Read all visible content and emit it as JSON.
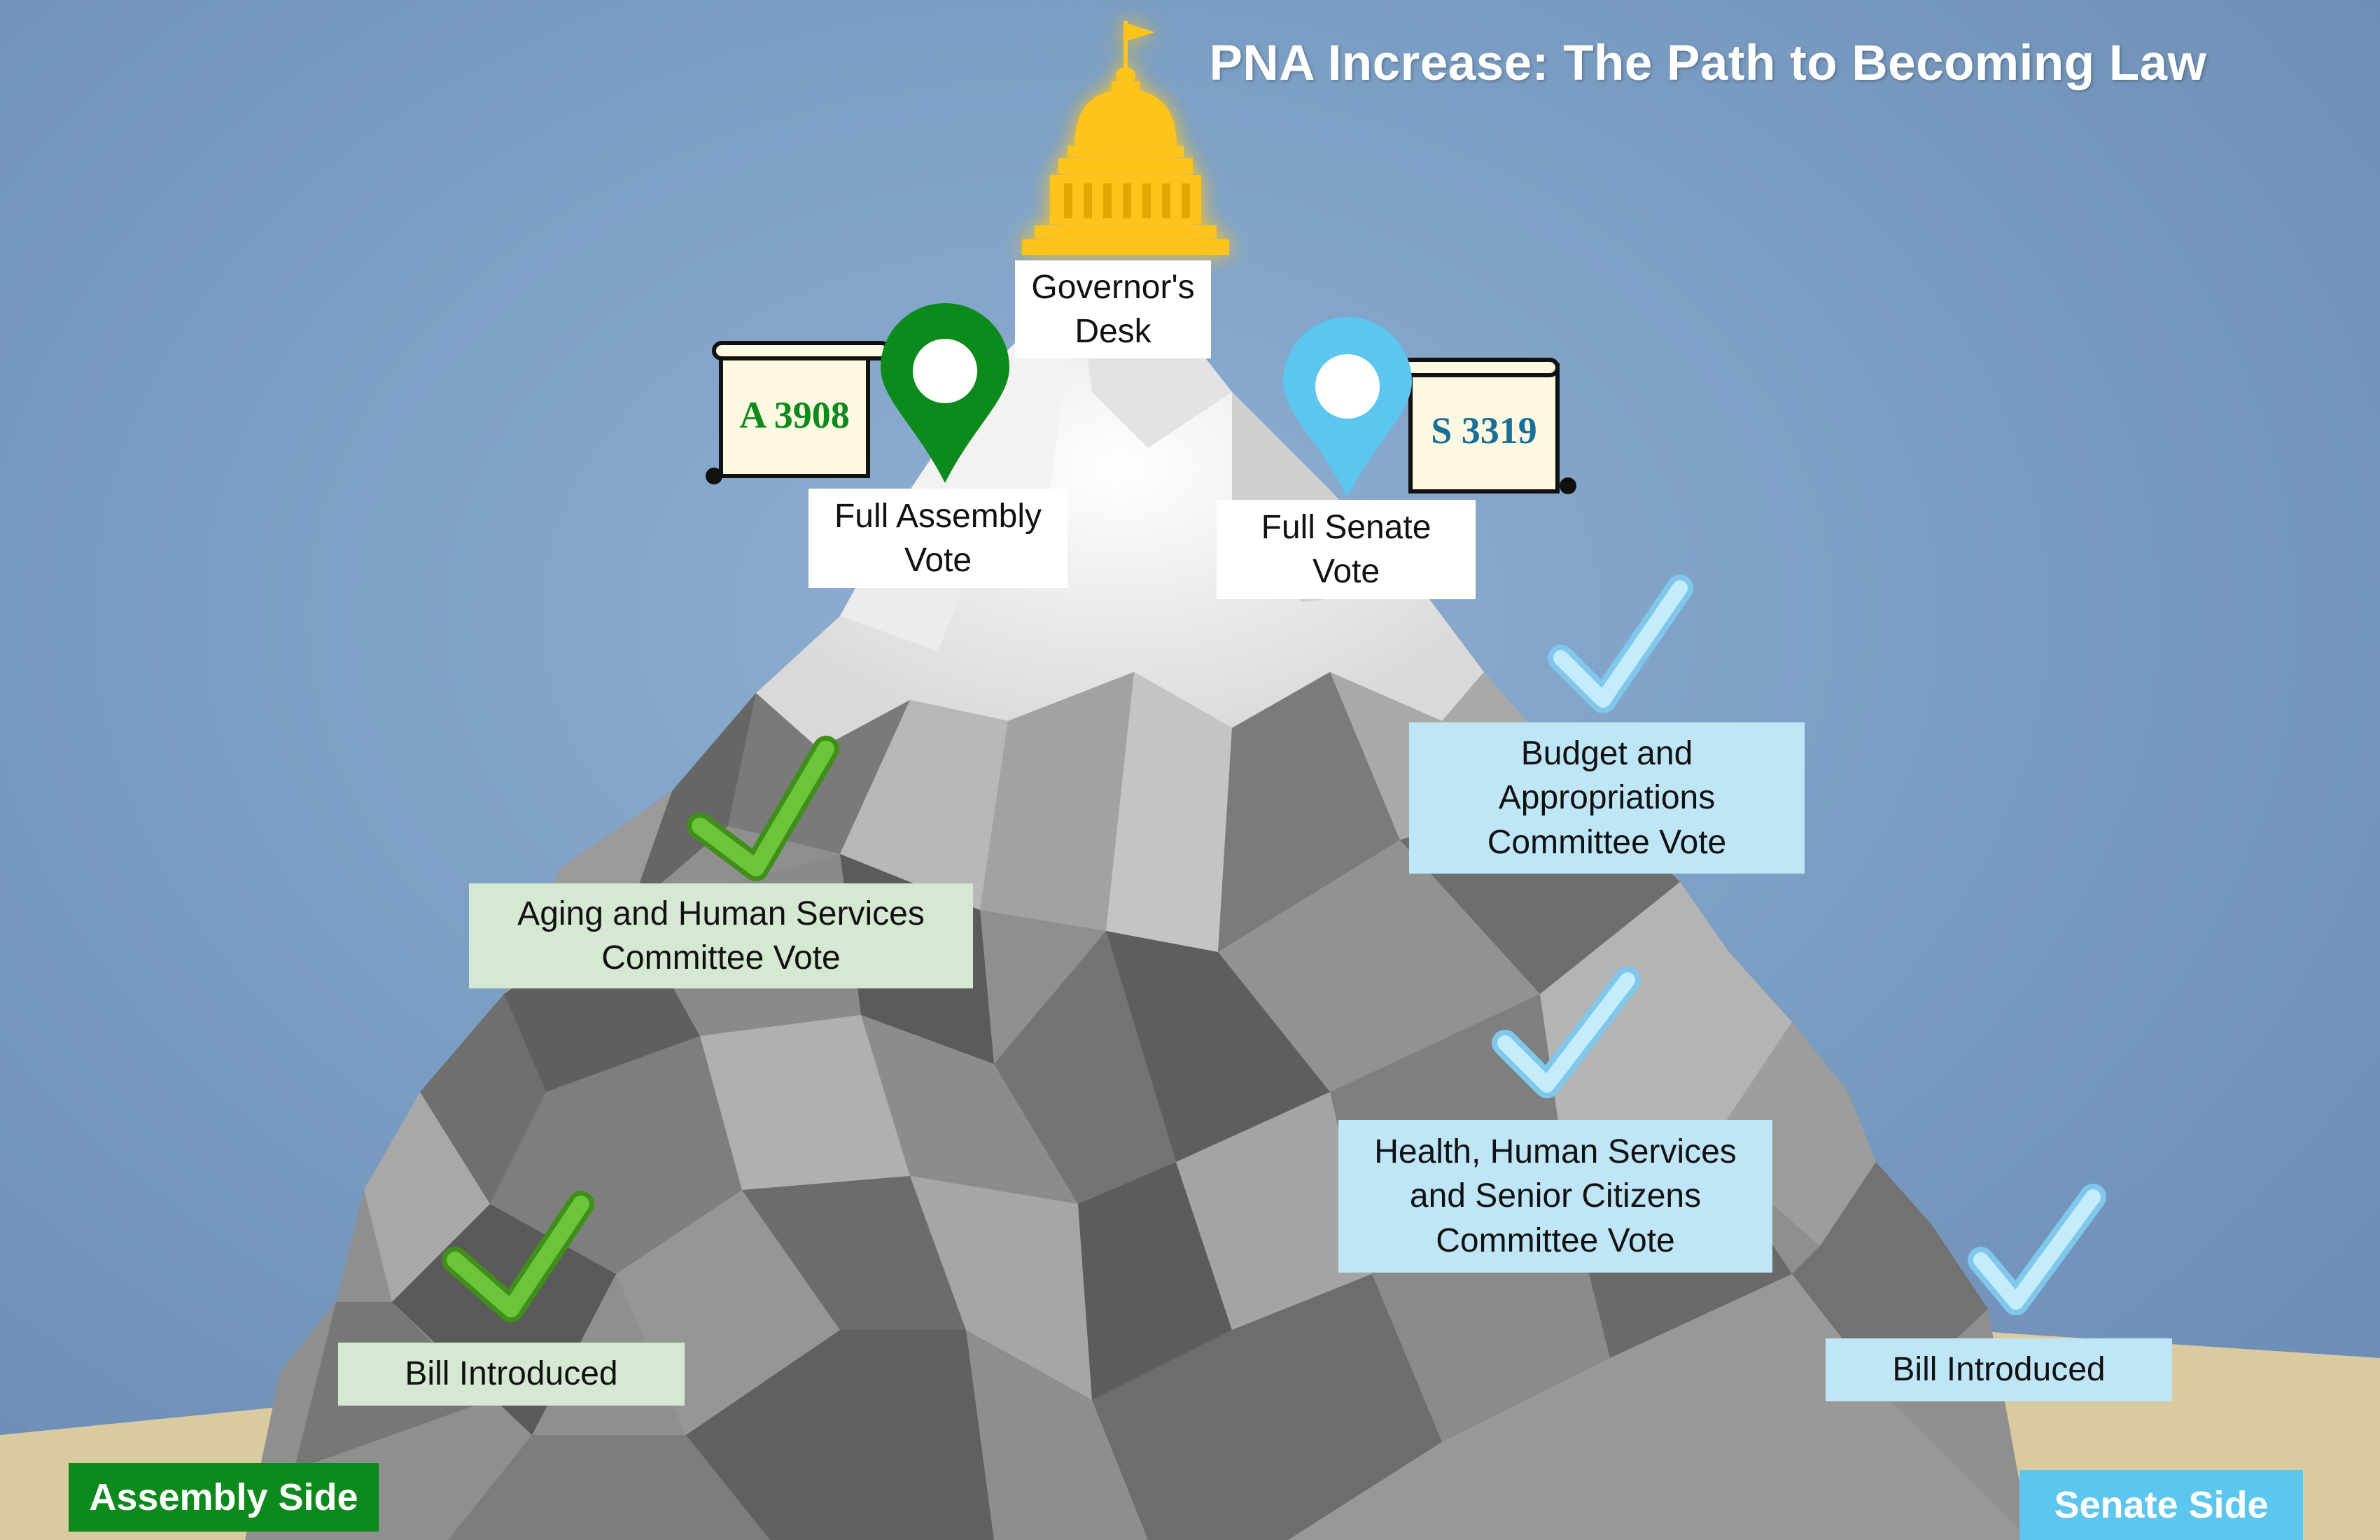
{
  "title": "PNA Increase: The Path to Becoming Law",
  "colors": {
    "assembly_green": "#0d8a1c",
    "check_green": "#5aaa25",
    "senate_blue": "#5cc6ef",
    "check_blue": "#a6ddf7",
    "gold": "#ffc41a"
  },
  "top": {
    "governor_desk": "Governor's\nDesk",
    "full_assembly_vote": "Full Assembly\nVote",
    "full_senate_vote": "Full Senate\nVote"
  },
  "bills": {
    "assembly": "A 3908",
    "senate": "S 3319"
  },
  "assembly": {
    "bill_introduced": "Bill Introduced",
    "committee_vote": "Aging and Human Services\nCommittee Vote"
  },
  "senate": {
    "bill_introduced": "Bill Introduced",
    "health_committee_vote": "Health, Human Services\nand Senior Citizens\nCommittee Vote",
    "budget_committee_vote": "Budget and\nAppropriations\nCommittee Vote"
  },
  "legend": {
    "assembly_side": "Assembly Side",
    "senate_side": "Senate Side"
  },
  "icons": [
    "capitol-icon",
    "map-pin-icon",
    "scroll-icon",
    "check-icon"
  ]
}
